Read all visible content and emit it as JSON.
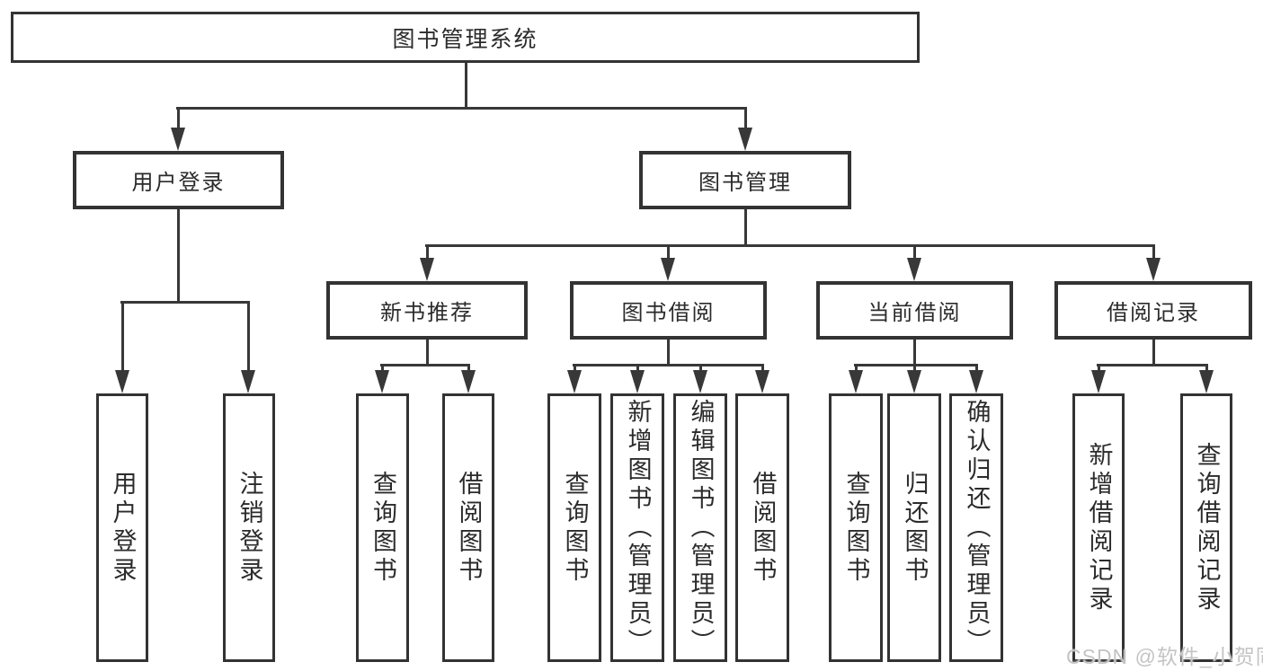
{
  "title": "图书管理系统",
  "branches": {
    "user_login": {
      "label": "用户登录",
      "children": [
        "用户登录",
        "注销登录"
      ]
    },
    "book_mgmt": {
      "label": "图书管理",
      "sections": {
        "new_books": {
          "label": "新书推荐",
          "children": [
            "查询图书",
            "借阅图书"
          ]
        },
        "book_borrow": {
          "label": "图书借阅",
          "children": [
            "查询图书",
            "新增图书（管理员）",
            "编辑图书（管理员）",
            "借阅图书"
          ]
        },
        "current_borrow": {
          "label": "当前借阅",
          "children": [
            "查询图书",
            "归还图书",
            "确认归还（管理员）"
          ]
        },
        "borrow_records": {
          "label": "借阅记录",
          "children": [
            "新增借阅记录",
            "查询借阅记录"
          ]
        }
      }
    }
  },
  "watermark": "CSDN @软件_小贺同学",
  "colors": {
    "line": "#383838",
    "box_border": "#333333",
    "text": "#2b2b2b",
    "watermark": "#c4c4c4",
    "background": "#ffffff"
  }
}
